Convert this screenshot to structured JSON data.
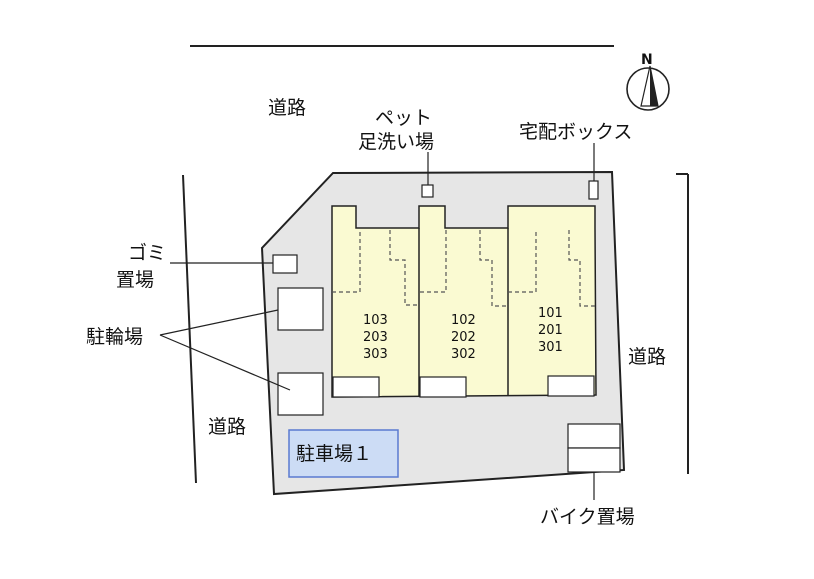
{
  "compass": {
    "north": "N"
  },
  "labels": {
    "road_top": "道路",
    "road_left": "道路",
    "road_right": "道路",
    "pet_line1": "ペット",
    "pet_line2": "足洗い場",
    "delivery_box": "宅配ボックス",
    "garbage_line1": "ゴミ",
    "garbage_line2": "置場",
    "bicycle_parking": "駐輪場",
    "parking": "駐車場１",
    "bike_parking": "バイク置場"
  },
  "units": {
    "left": [
      "103",
      "203",
      "303"
    ],
    "middle": [
      "102",
      "202",
      "302"
    ],
    "right": [
      "101",
      "201",
      "301"
    ]
  },
  "colors": {
    "lot_fill": "#e6e6e6",
    "building_fill": "#fafad2",
    "parking_fill": "#ccdcf5",
    "parking_border": "#5a7ad0",
    "line": "#222222"
  }
}
